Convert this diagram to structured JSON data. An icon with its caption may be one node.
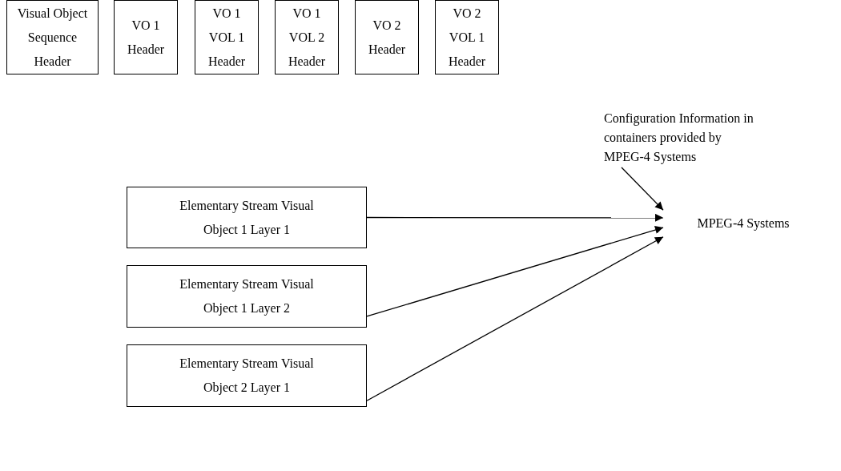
{
  "diagram": {
    "nodes": [
      {
        "text": [
          "Visual Object Sequence Header"
        ]
      },
      {
        "text": [
          "VO 1 Header"
        ]
      },
      {
        "text": [
          "VO 1 VOL 1 Header"
        ]
      },
      {
        "text": [
          "VO 1 VOL 2 Header"
        ]
      },
      {
        "text": [
          "VO 2 Header"
        ]
      },
      {
        "text": [
          "VO 2 VOL 1 Header"
        ]
      },
      {
        "text": [
          "Configuration Information in containers provided by MPEG-4 Systems"
        ]
      },
      {
        "text": [
          "MPEG-4 Systems"
        ]
      },
      {
        "text": [
          "Elementary Stream Visual Object 1 Layer 1"
        ]
      },
      {
        "text": [
          "Elementary Stream Visual Object 1 Layer 2"
        ]
      },
      {
        "text": [
          "Elementary Stream Visual Object 2 Layer 1"
        ]
      }
    ],
    "edges": [
      {
        "from": 6,
        "to": 7,
        "arrow": "to"
      },
      {
        "from": 8,
        "to": 7,
        "arrow": "to"
      },
      {
        "from": 9,
        "to": 7,
        "arrow": "to"
      },
      {
        "from": 10,
        "to": 7,
        "arrow": "to"
      }
    ]
  }
}
